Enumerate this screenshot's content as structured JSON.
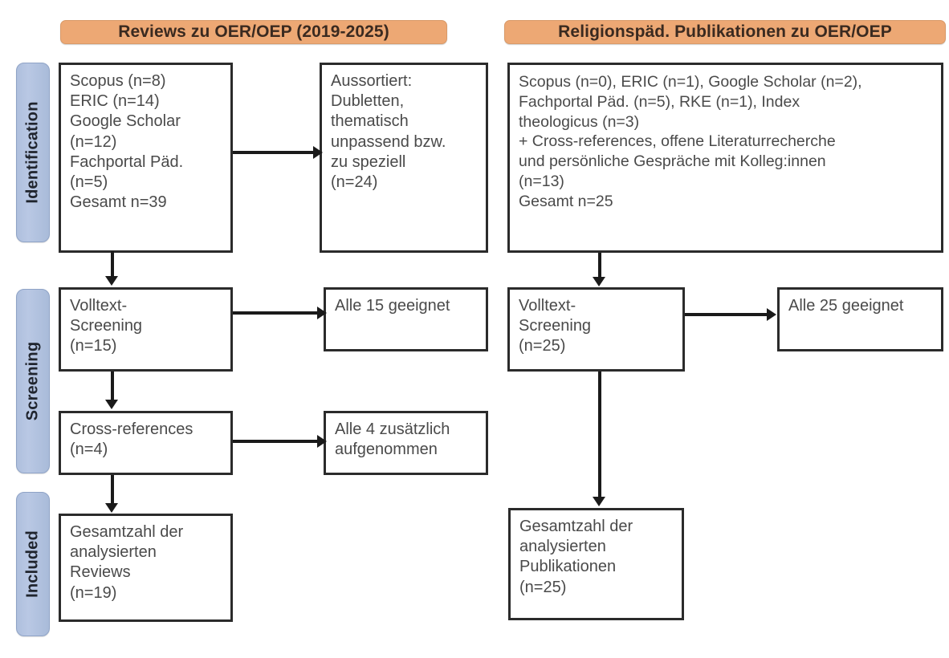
{
  "diagram": {
    "type": "prisma-flow-diagram",
    "columns": [
      {
        "id": "left",
        "banner": "Reviews zu OER/OEP (2019-2025)"
      },
      {
        "id": "right",
        "banner": "Religionspäd. Publikationen zu OER/OEP"
      }
    ],
    "stages": [
      {
        "id": "identification",
        "label": "Identification"
      },
      {
        "id": "screening",
        "label": "Screening"
      },
      {
        "id": "included",
        "label": "Included"
      }
    ],
    "colors": {
      "banner_fill": "#eda874",
      "banner_border": "#d99a69",
      "stage_fill": "#b3c4e2",
      "stage_border": "#8fa3c6",
      "box_border": "#2b2b2b",
      "box_fill": "#ffffff",
      "text": "#4a4a4a",
      "connector": "#1a1a1a"
    },
    "boxes": {
      "left_identification": {
        "lines": [
          "Scopus (n=8)",
          "ERIC (n=14)",
          "Google Scholar",
          "(n=12)",
          "Fachportal Päd.",
          "(n=5)",
          "Gesamt n=39"
        ]
      },
      "left_excluded": {
        "lines": [
          "Aussortiert:",
          "Dubletten,",
          "thematisch",
          "unpassend bzw.",
          "zu speziell",
          "(n=24)"
        ]
      },
      "left_fulltext": {
        "lines": [
          "Volltext-",
          "Screening",
          "(n=15)"
        ]
      },
      "left_fulltext_result": {
        "lines": [
          "Alle 15 geeignet"
        ]
      },
      "left_crossref": {
        "lines": [
          "Cross-references",
          "(n=4)"
        ]
      },
      "left_crossref_result": {
        "lines": [
          "Alle 4 zusätzlich",
          "aufgenommen"
        ]
      },
      "left_included": {
        "lines": [
          "Gesamtzahl der",
          "analysierten",
          "Reviews",
          "(n=19)"
        ]
      },
      "right_identification": {
        "lines": [
          "Scopus (n=0), ERIC (n=1), Google Scholar (n=2),",
          "Fachportal Päd. (n=5), RKE (n=1), Index",
          "theologicus (n=3)",
          "+ Cross-references, offene Literaturrecherche",
          "und persönliche Gespräche mit Kolleg:innen",
          "(n=13)",
          "Gesamt n=25"
        ]
      },
      "right_fulltext": {
        "lines": [
          "Volltext-",
          "Screening",
          "(n=25)"
        ]
      },
      "right_fulltext_result": {
        "lines": [
          "Alle 25 geeignet"
        ]
      },
      "right_included": {
        "lines": [
          "Gesamtzahl der",
          "analysierten",
          "Publikationen",
          "(n=25)"
        ]
      }
    },
    "counts": {
      "left_scopus": 8,
      "left_eric": 14,
      "left_google_scholar": 12,
      "left_fachportal": 5,
      "left_total": 39,
      "left_excluded": 24,
      "left_fulltext_screened": 15,
      "left_fulltext_suitable": 15,
      "left_crossrefs": 4,
      "left_crossrefs_added": 4,
      "left_included": 19,
      "right_scopus": 0,
      "right_eric": 1,
      "right_google_scholar": 2,
      "right_fachportal": 5,
      "right_rke": 1,
      "right_index_theologicus": 3,
      "right_additional": 13,
      "right_total": 25,
      "right_fulltext_screened": 25,
      "right_fulltext_suitable": 25,
      "right_included": 25
    }
  }
}
